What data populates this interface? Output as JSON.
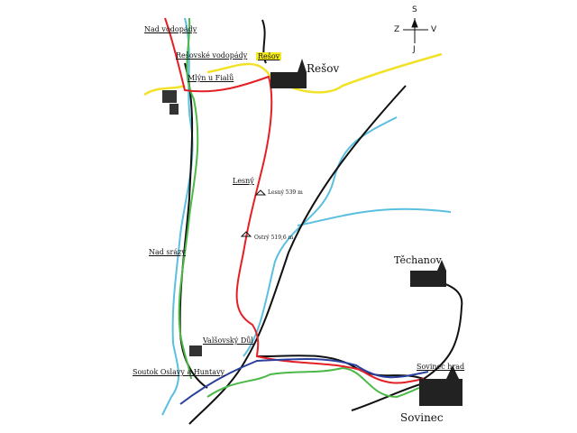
{
  "compass": {
    "north": "S",
    "south": "J",
    "west": "Z",
    "east": "V"
  },
  "places": {
    "nad_vodopady": "Nad vodopády",
    "resovske_vodopady": "Rešovské vodopády",
    "mlyn_u_fialu": "Mlýn u Fialů",
    "resov_stop": "Rešov",
    "resov_town": "Rešov",
    "lesny": "Lesný",
    "nad_srazy": "Nad srázy",
    "techanov": "Těchanov",
    "valsovsky_dul": "Valšovský Důl",
    "soutok": "Soutok Oslavy a Huntavy",
    "sovinec_hrad": "Sovinec hrad",
    "sovinec_town": "Sovinec"
  },
  "peaks": {
    "lesny": "Lesný 539 m",
    "ostry": "Ostrý 519,6 m"
  },
  "colors": {
    "red_trail": "#e32026",
    "blue_trail": "#2a3f9e",
    "green_trail": "#4cb848",
    "yellow_trail": "#f2e227",
    "river": "#5bbfdf",
    "road": "#111111",
    "highlight": "#f4ea1e"
  }
}
